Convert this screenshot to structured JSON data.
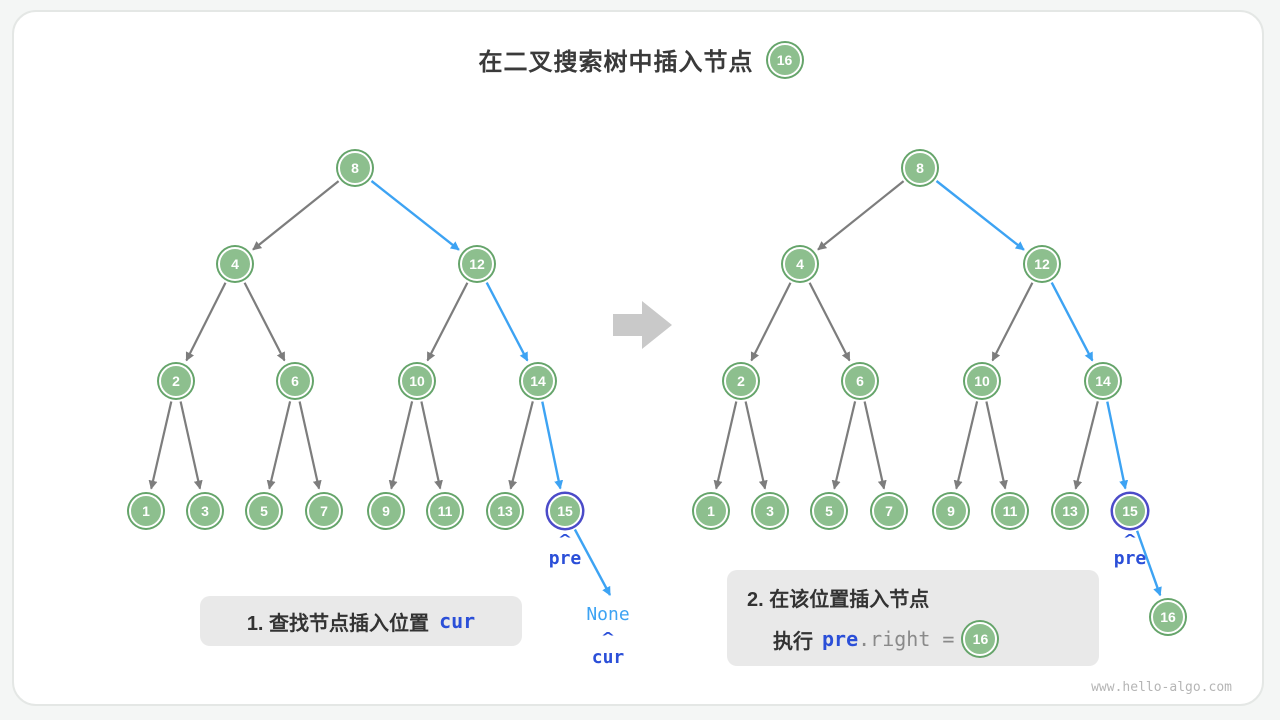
{
  "title": {
    "text": "在二叉搜索树中插入节点",
    "badge": "16"
  },
  "left_nodes": {
    "n8": "8",
    "n4": "4",
    "n12": "12",
    "n2": "2",
    "n6": "6",
    "n10": "10",
    "n14": "14",
    "n1": "1",
    "n3": "3",
    "n5": "5",
    "n7": "7",
    "n9": "9",
    "n11": "11",
    "n13": "13",
    "n15": "15"
  },
  "right_nodes": {
    "n8": "8",
    "n4": "4",
    "n12": "12",
    "n2": "2",
    "n6": "6",
    "n10": "10",
    "n14": "14",
    "n1": "1",
    "n3": "3",
    "n5": "5",
    "n7": "7",
    "n9": "9",
    "n11": "11",
    "n13": "13",
    "n15": "15",
    "n16": "16"
  },
  "labels": {
    "pre": "pre",
    "cur": "cur",
    "none": "None",
    "caret": "^"
  },
  "step1": {
    "text": "1. 查找节点插入位置",
    "code": "cur"
  },
  "step2": {
    "title": "2. 在该位置插入节点",
    "exec": "执行",
    "code_var": "pre",
    "code_tail": ".right =",
    "badge": "16"
  },
  "watermark": "www.hello-algo.com",
  "colors": {
    "node_fill": "#8dbf8e",
    "node_ring": "#65a46a",
    "edge_gray": "#7d7d7d",
    "edge_highlight": "#3da3f3",
    "pre_ring": "#4b4bc8",
    "code_blue": "#2b4fd8",
    "caption_bg": "#e9e9e9",
    "transition_arrow": "#c9c9c9"
  },
  "tree": {
    "levels": [
      [
        "8"
      ],
      [
        "4",
        "12"
      ],
      [
        "2",
        "6",
        "10",
        "14"
      ],
      [
        "1",
        "3",
        "5",
        "7",
        "9",
        "11",
        "13",
        "15"
      ]
    ],
    "edges": [
      [
        "8",
        "4"
      ],
      [
        "8",
        "12"
      ],
      [
        "4",
        "2"
      ],
      [
        "4",
        "6"
      ],
      [
        "12",
        "10"
      ],
      [
        "12",
        "14"
      ],
      [
        "2",
        "1"
      ],
      [
        "2",
        "3"
      ],
      [
        "6",
        "5"
      ],
      [
        "6",
        "7"
      ],
      [
        "10",
        "9"
      ],
      [
        "10",
        "11"
      ],
      [
        "14",
        "13"
      ],
      [
        "14",
        "15"
      ]
    ],
    "search_path": [
      "8",
      "12",
      "14",
      "15"
    ],
    "pre_node": "15",
    "cur_result": "None",
    "insert_value": "16",
    "insert_parent": "15",
    "insert_side": "right"
  }
}
